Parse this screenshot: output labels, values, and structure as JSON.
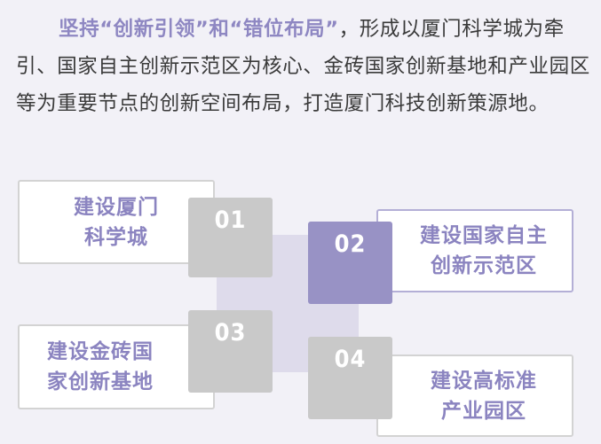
{
  "intro": {
    "highlight1": "坚持“创新引领”和“错位布局”",
    "body": "，形成以厦门科学城为牵引、国家自主创新示范区为核心、金砖国家创新基地和产业园区等为重要节点的创新空间布局，打造厦门科技创新策源地。"
  },
  "items": [
    {
      "number": "01",
      "label": "建设厦门\n科学城"
    },
    {
      "number": "02",
      "label": "建设国家自主\n创新示范区"
    },
    {
      "number": "03",
      "label": "建设金砖国\n家创新基地"
    },
    {
      "number": "04",
      "label": "建设高标准\n产业园区"
    }
  ],
  "colors": {
    "accent": "#8e87c2",
    "number_active": "#9892c5",
    "number_inactive": "#c9c9c9",
    "center_block": "#dedbeb"
  }
}
